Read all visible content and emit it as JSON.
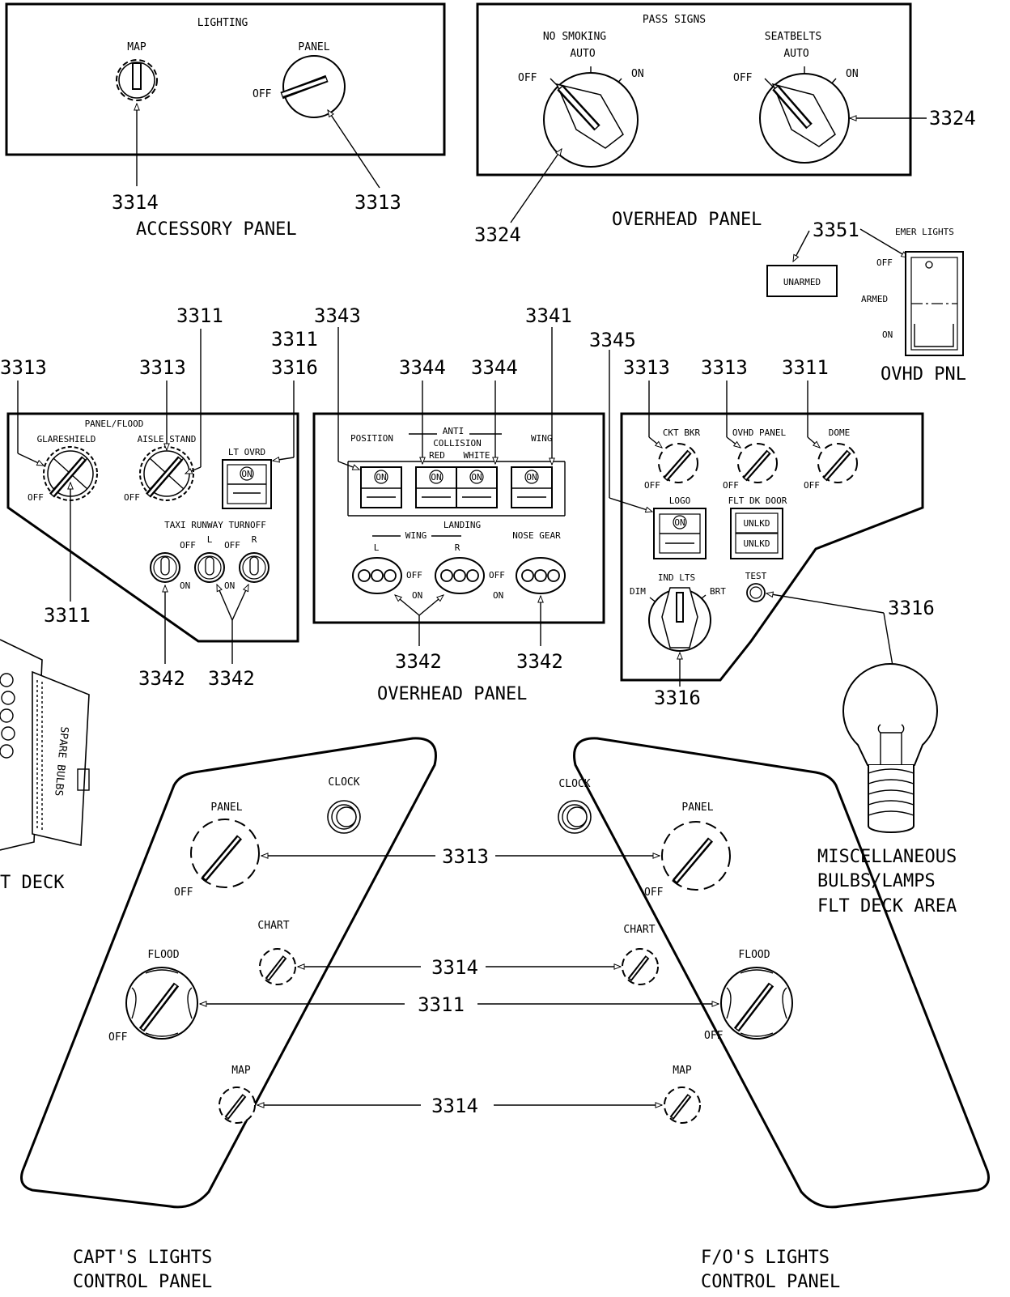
{
  "accessory_panel": {
    "header": "LIGHTING",
    "map_label": "MAP",
    "panel_label": "PANEL",
    "off_label": "OFF",
    "ref_map": "3314",
    "ref_panel": "3313",
    "title": "ACCESSORY PANEL"
  },
  "overhead_pass_signs": {
    "header": "PASS SIGNS",
    "no_smoking": "NO SMOKING",
    "seatbelts": "SEATBELTS",
    "auto": "AUTO",
    "off": "OFF",
    "on": "ON",
    "ref_left": "3324",
    "ref_right": "3324",
    "title": "OVERHEAD PANEL"
  },
  "emer_lights": {
    "ref": "3351",
    "header": "EMER LIGHTS",
    "unarmed": "UNARMED",
    "off": "OFF",
    "armed": "ARMED",
    "on": "ON",
    "title": "OVHD PNL"
  },
  "panel_flood": {
    "header": "PANEL/FLOOD",
    "glareshield": "GLARESHIELD",
    "aisle_stand": "AISLE STAND",
    "lt_ovrd": "LT OVRD",
    "on": "ON",
    "off": "OFF",
    "taxi_runway": "TAXI RUNWAY TURNOFF",
    "l": "L",
    "r": "R",
    "refs": {
      "a": "3313",
      "b": "3313",
      "c": "3311",
      "d": "3311",
      "e": "3316",
      "f": "3311",
      "g": "3342",
      "h": "3342"
    }
  },
  "overhead_exterior": {
    "position": "POSITION",
    "anti": "ANTI",
    "collision": "COLLISION",
    "red": "RED",
    "white": "WHITE",
    "wing": "WING",
    "landing": "LANDING",
    "nose_gear": "NOSE GEAR",
    "l": "L",
    "r": "R",
    "off": "OFF",
    "on": "ON",
    "refs": {
      "a": "3343",
      "b": "3344",
      "c": "3344",
      "d": "3341",
      "e": "3342",
      "f": "3342"
    },
    "title": "OVERHEAD PANEL"
  },
  "right_panel": {
    "ckt_bkr": "CKT BKR",
    "ovhd_panel": "OVHD PANEL",
    "dome": "DOME",
    "off": "OFF",
    "logo": "LOGO",
    "on": "ON",
    "flt_dk_door": "FLT DK DOOR",
    "unlkd": "UNLKD",
    "ind_lts": "IND LTS",
    "dim": "DIM",
    "brt": "BRT",
    "test": "TEST",
    "refs": {
      "a": "3345",
      "b": "3313",
      "c": "3313",
      "d": "3311",
      "e": "3316",
      "f": "3316"
    }
  },
  "bulbs": {
    "line1": "MISCELLANEOUS",
    "line2": "BULBS/LAMPS",
    "line3": "FLT DECK AREA",
    "spare": "SPARE BULBS",
    "deck": "T DECK"
  },
  "capt_panel": {
    "clock": "CLOCK",
    "panel": "PANEL",
    "off": "OFF",
    "chart": "CHART",
    "flood": "FLOOD",
    "map": "MAP",
    "title1": "CAPT'S LIGHTS",
    "title2": "CONTROL PANEL"
  },
  "fo_panel": {
    "clock": "CLOCK",
    "panel": "PANEL",
    "off": "OFF",
    "chart": "CHART",
    "flood": "FLOOD",
    "map": "MAP",
    "title1": "F/O'S LIGHTS",
    "title2": "CONTROL PANEL"
  },
  "shared_refs": {
    "panel": "3313",
    "chart": "3314",
    "flood": "3311",
    "map": "3314"
  }
}
